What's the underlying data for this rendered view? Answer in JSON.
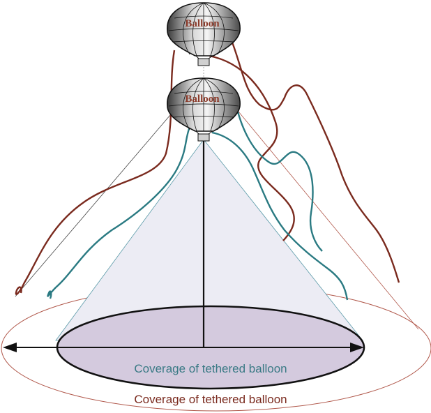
{
  "balloons": [
    {
      "label": "Balloon"
    },
    {
      "label": "Balloon"
    }
  ],
  "captions": {
    "inner_coverage": "Coverage of tethered balloon",
    "outer_coverage": "Coverage of tethered balloon"
  },
  "colors": {
    "tether_red": "#7a2a1e",
    "tether_teal": "#2a7a82",
    "inner_cone_fill": "#ececf4",
    "inner_ellipse_fill": "#d4cade",
    "outer_ellipse_stroke": "#b0574a",
    "balloon_label": "#8a3a2a",
    "inner_caption": "#3a7a85",
    "outer_caption": "#7a2a1e"
  }
}
